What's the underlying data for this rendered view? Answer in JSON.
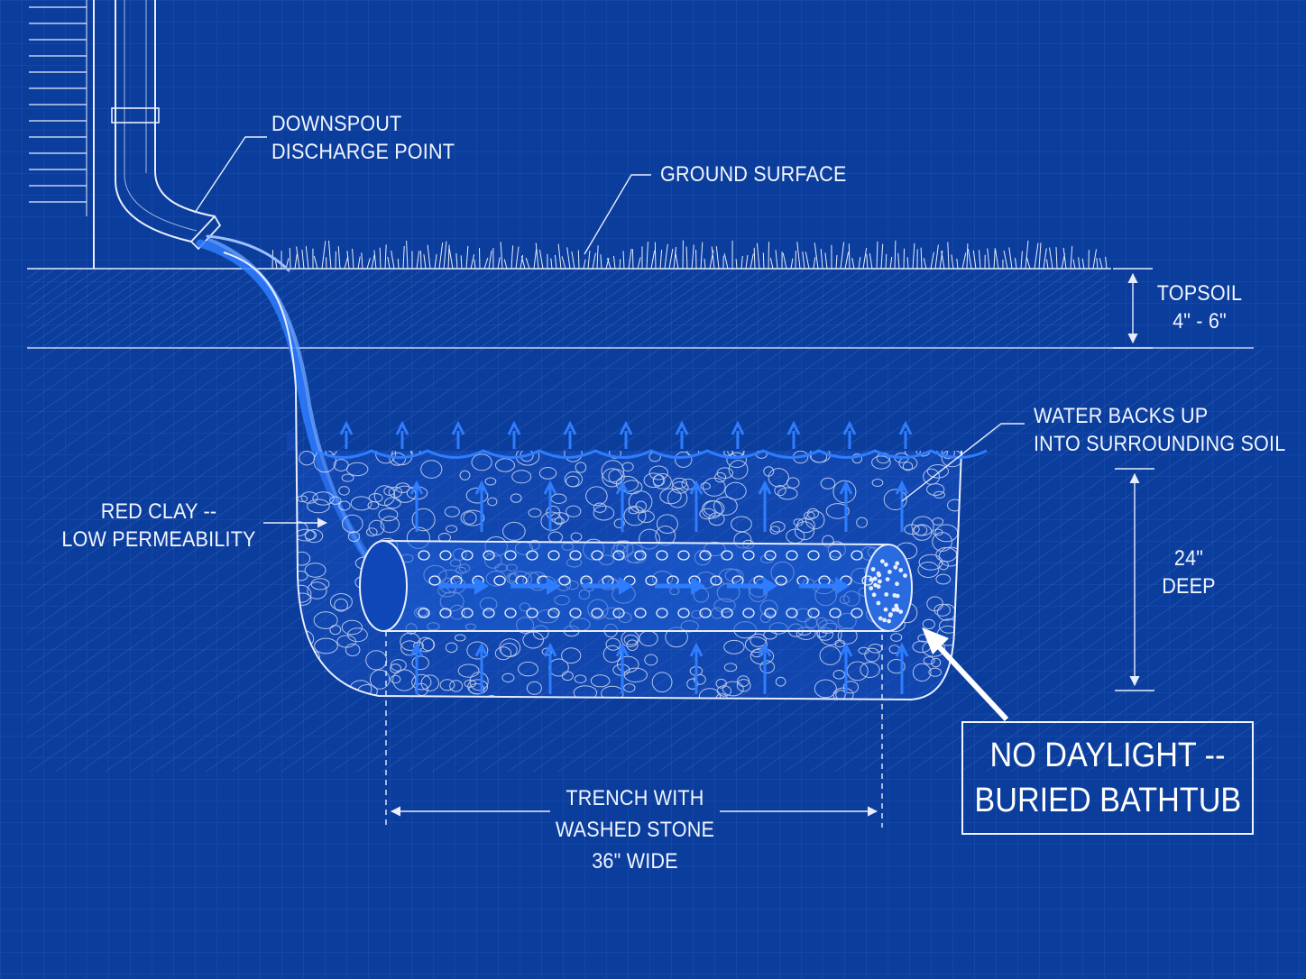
{
  "labels": {
    "downspout": [
      "DOWNSPOUT",
      "DISCHARGE POINT"
    ],
    "ground_surface": "GROUND SURFACE",
    "topsoil": [
      "TOPSOIL",
      "4\" - 6\""
    ],
    "water_backs_up": [
      "WATER BACKS UP",
      "INTO SURROUNDING SOIL"
    ],
    "red_clay": [
      "RED CLAY --",
      "LOW PERMEABILITY"
    ],
    "depth": [
      "24\"",
      "DEEP"
    ],
    "trench": [
      "TRENCH WITH",
      "WASHED STONE",
      "36\" WIDE"
    ],
    "callout": [
      "NO DAYLIGHT --",
      "BURIED BATHTUB"
    ]
  },
  "colors": {
    "background": "#0b3d9c",
    "line": "#e8eeff",
    "water": "#2f7dff",
    "grid": "#2a5cc0"
  }
}
